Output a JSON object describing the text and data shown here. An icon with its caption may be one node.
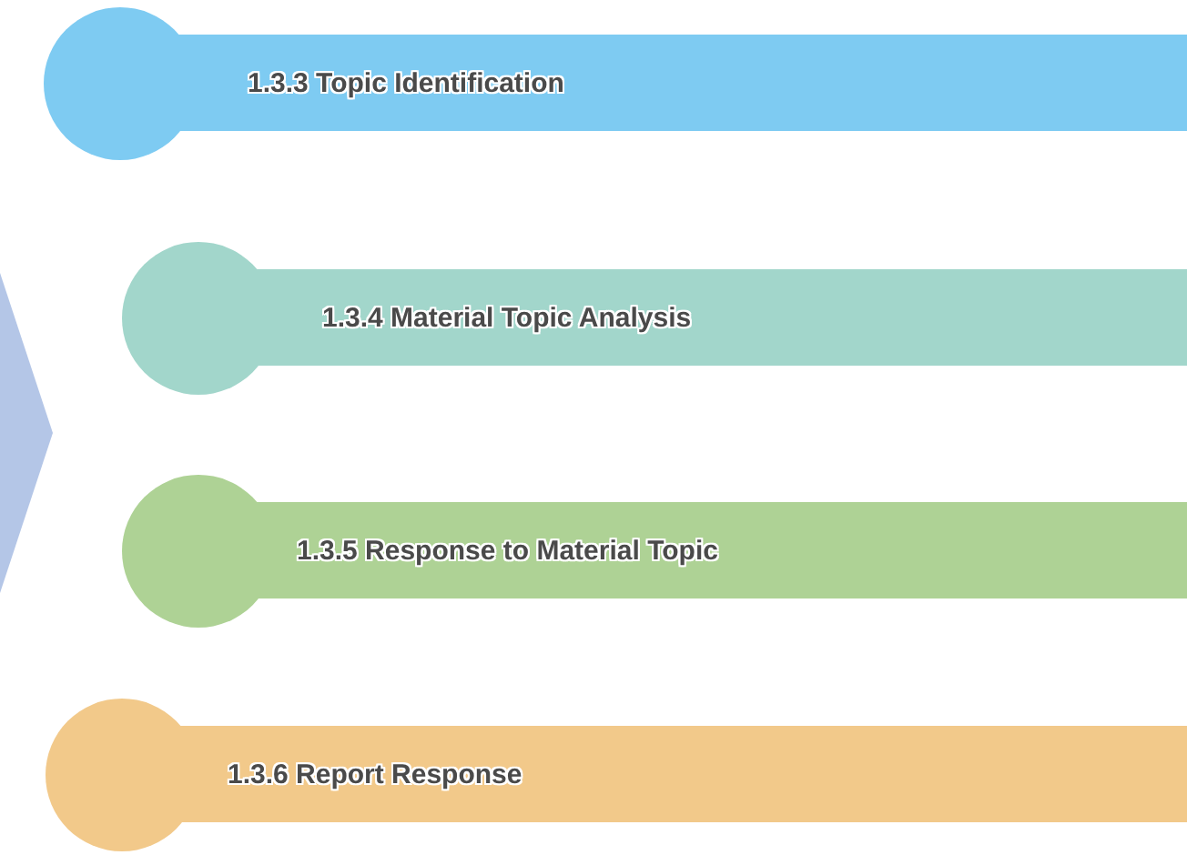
{
  "diagram": {
    "nodes": [
      {
        "text": [],
        "shape": "chevron"
      },
      {
        "text": [
          "1.3.3 Topic Identification"
        ]
      },
      {
        "text": [
          "1.3.4 Material Topic Analysis"
        ]
      },
      {
        "text": [
          "1.3.5 Response to Material Topic"
        ]
      },
      {
        "text": [
          "1.3.6 Report Response"
        ]
      }
    ]
  }
}
